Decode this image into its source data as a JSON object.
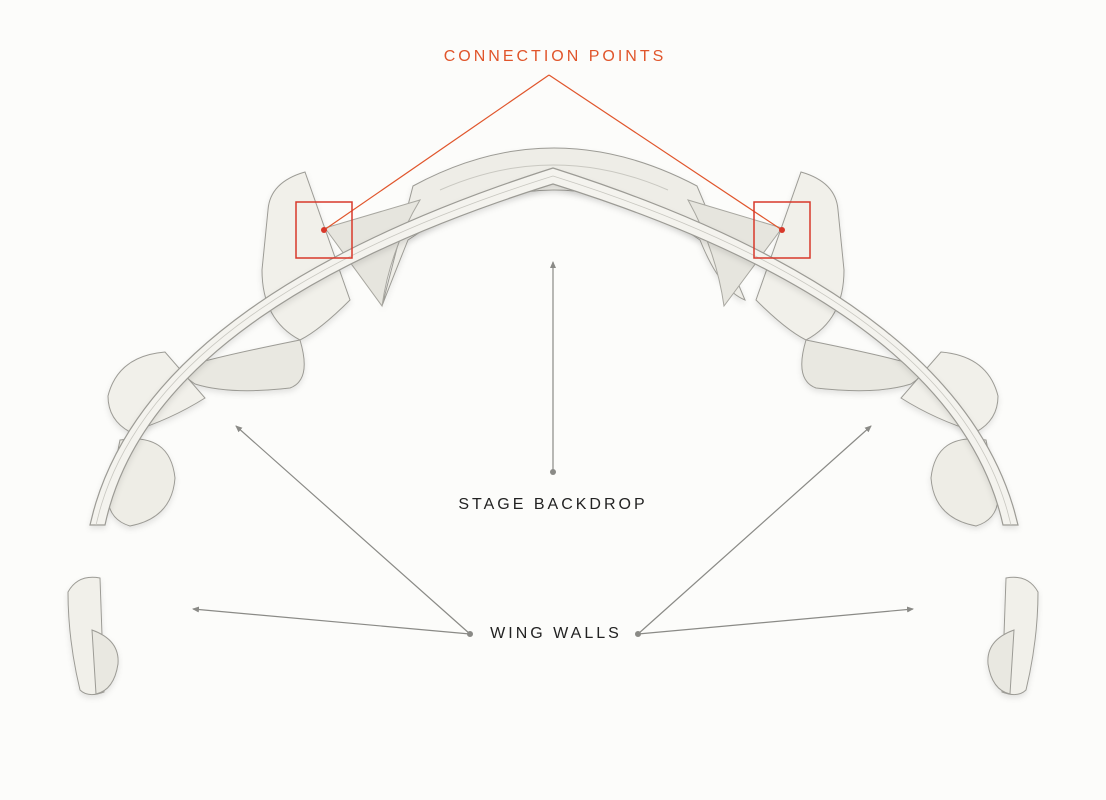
{
  "labels": {
    "connection_points": "CONNECTION POINTS",
    "stage_backdrop": "STAGE BACKDROP",
    "wing_walls": "WING WALLS"
  },
  "colors": {
    "background": "#fcfcfa",
    "accent": "#e0552b",
    "marker": "#d8382a",
    "leader": "#8a8a86",
    "panel_fill": "#f1f0ea",
    "panel_shade": "#e3e2db",
    "outline": "#9c9b95",
    "text": "#222222"
  }
}
